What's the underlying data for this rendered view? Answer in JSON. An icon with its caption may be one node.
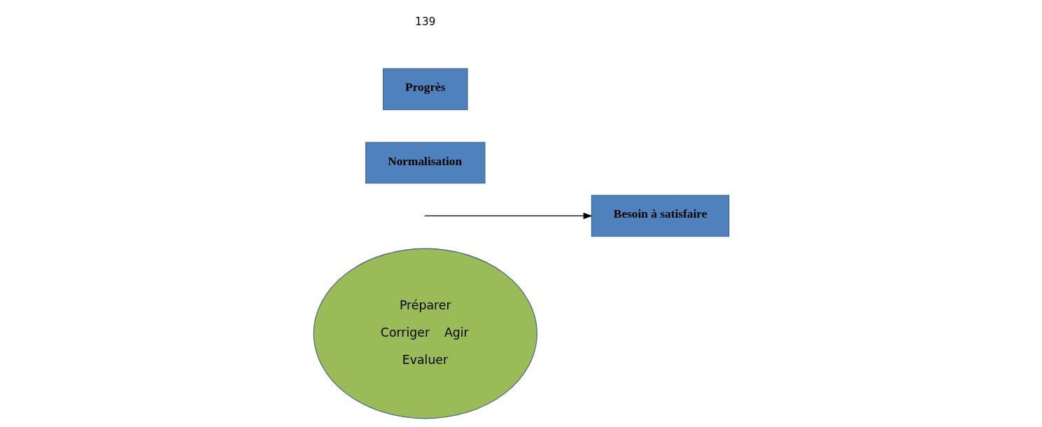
{
  "diagram": {
    "nodes": [
      {
        "text": [
          "Préparer",
          "Corriger",
          "Agir",
          "Evaluer"
        ]
      },
      {
        "text": [
          "Besoin à satisfaire"
        ]
      },
      {
        "text": [
          "Normalisation"
        ]
      },
      {
        "text": [
          "Progrès"
        ]
      }
    ],
    "edges": [
      {
        "from": null,
        "to": 1,
        "arrow": "to"
      }
    ],
    "labels": [
      "139"
    ]
  }
}
